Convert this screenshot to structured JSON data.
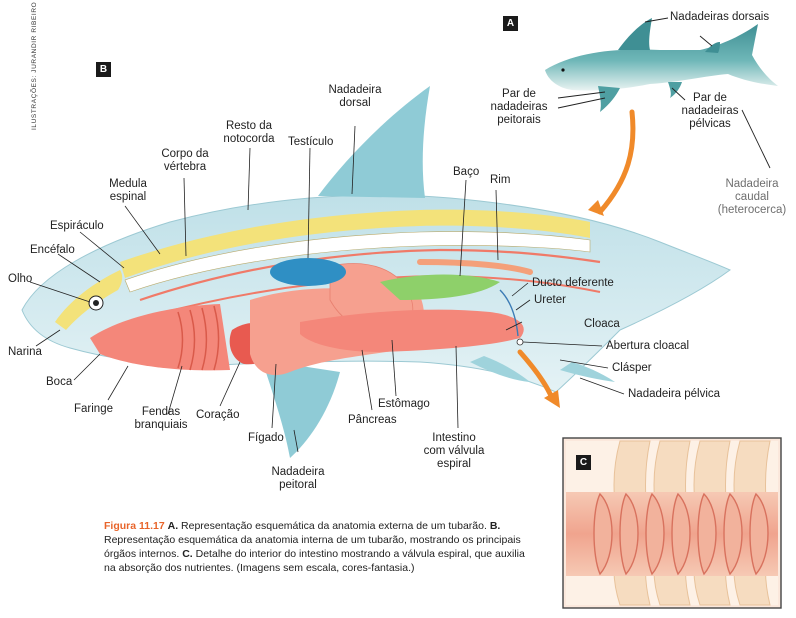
{
  "credit": "ILUSTRAÇÕES: JURANDIR RIBEIRO",
  "panels": {
    "a": "A",
    "b": "B",
    "c": "C"
  },
  "labels_a": {
    "nadadeiras_dorsais": "Nadadeiras dorsais",
    "par_peitorais": "Par de\nnadadeiras\npeitorais",
    "par_pelvicas": "Par de\nnadadeiras\npélvicas",
    "nadadeira_caudal": "Nadadeira\ncaudal\n(heterocerca)"
  },
  "labels_b": {
    "nadadeira_dorsal": "Nadadeira\ndorsal",
    "resto_notocorda": "Resto da\nnotocorda",
    "testiculo": "Testículo",
    "corpo_vertebra": "Corpo da\nvértebra",
    "medula_espinal": "Medula\nespinal",
    "espiraculo": "Espiráculo",
    "encefalo": "Encéfalo",
    "olho": "Olho",
    "narina": "Narina",
    "boca": "Boca",
    "faringe": "Faringe",
    "fendas_branquiais": "Fendas\nbranquiais",
    "coracao": "Coração",
    "figado": "Fígado",
    "nadadeira_peitoral": "Nadadeira\npeitoral",
    "pancreas": "Pâncreas",
    "estomago": "Estômago",
    "intestino": "Intestino\ncom válvula\nespiral",
    "baco": "Baço",
    "rim": "Rim",
    "ducto_deferente": "Ducto deferente",
    "ureter": "Ureter",
    "cloaca": "Cloaca",
    "abertura_cloacal": "Abertura cloacal",
    "clasper": "Clásper",
    "nadadeira_pelvica": "Nadadeira pélvica"
  },
  "caption": {
    "figure": "Figura 11.17",
    "a_letter": "A.",
    "a_text": " Representação esquemática da anatomia externa de um tubarão. ",
    "b_letter": "B.",
    "b_text": " Representação esquemática da anatomia interna de um tubarão, mostrando os principais órgãos internos. ",
    "c_letter": "C.",
    "c_text": " Detalhe do interior do intestino mostrando a válvula espiral, que auxilia na absorção dos nutrientes. (Imagens sem escala, cores-fantasia.)"
  },
  "colors": {
    "body": "#cfe8ee",
    "fin": "#8fcbd6",
    "organ_red": "#f4877a",
    "spine": "#f3e27a",
    "spleen": "#8ed06a",
    "testicle": "#2f8fc4",
    "pancreas": "#e676c0",
    "arrow": "#f08a2a",
    "caption_accent": "#e8642a"
  }
}
